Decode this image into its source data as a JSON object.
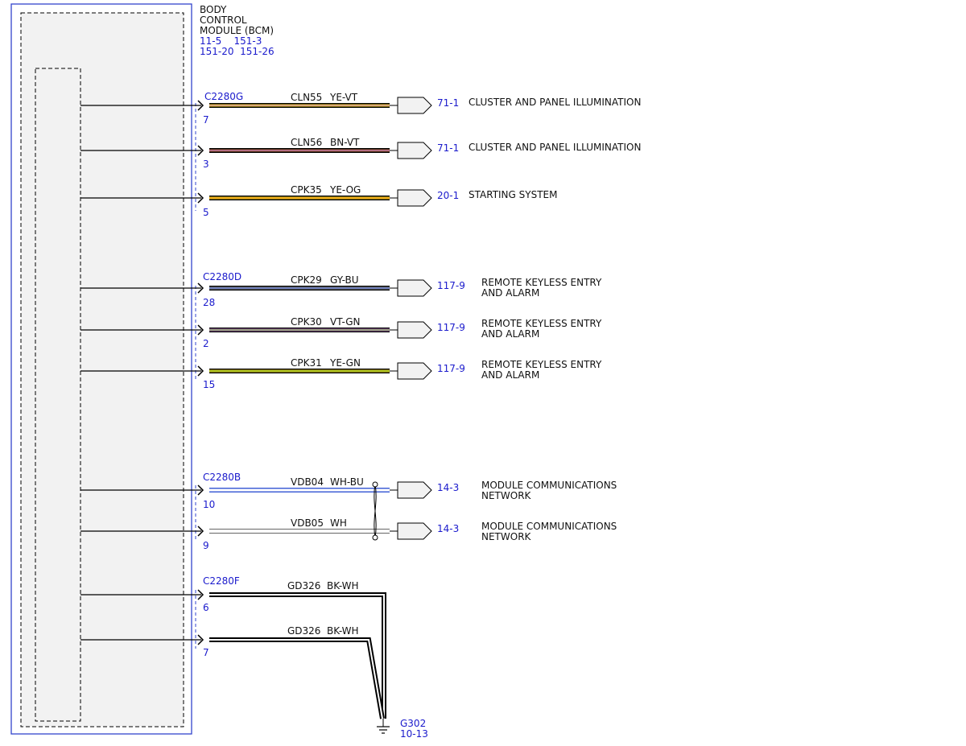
{
  "module": {
    "title_lines": [
      "BODY",
      "CONTROL",
      "MODULE (BCM)"
    ],
    "ref_lines": [
      "11-5    151-3",
      "151-20  151-26"
    ]
  },
  "colors": {
    "module_border": "#3344cc",
    "ref_text": "#1a1acc",
    "YE": "#f2d21b",
    "VT": "#c77fd6",
    "BN": "#a05a2c",
    "GY": "#9a9a9a",
    "BU": "#3f5fd6",
    "OG": "#f28c1b",
    "GN": "#6ab82a",
    "WH": "#ffffff",
    "BK": "#000000"
  },
  "connectors": [
    {
      "name": "C2280G",
      "wires": [
        {
          "pin": "7",
          "circuit": "CLN55",
          "color": "YE-VT",
          "ref": "71-1",
          "dest": [
            "CLUSTER AND PANEL ILLUMINATION"
          ]
        },
        {
          "pin": "3",
          "circuit": "CLN56",
          "color": "BN-VT",
          "ref": "71-1",
          "dest": [
            "CLUSTER AND PANEL ILLUMINATION"
          ]
        },
        {
          "pin": "5",
          "circuit": "CPK35",
          "color": "YE-OG",
          "ref": "20-1",
          "dest": [
            "STARTING SYSTEM"
          ]
        }
      ]
    },
    {
      "name": "C2280D",
      "wires": [
        {
          "pin": "28",
          "circuit": "CPK29",
          "color": "GY-BU",
          "ref": "117-9",
          "dest": [
            "REMOTE KEYLESS ENTRY",
            "AND ALARM"
          ]
        },
        {
          "pin": "2",
          "circuit": "CPK30",
          "color": "VT-GN",
          "ref": "117-9",
          "dest": [
            "REMOTE KEYLESS ENTRY",
            "AND ALARM"
          ]
        },
        {
          "pin": "15",
          "circuit": "CPK31",
          "color": "YE-GN",
          "ref": "117-9",
          "dest": [
            "REMOTE KEYLESS ENTRY",
            "AND ALARM"
          ]
        }
      ]
    },
    {
      "name": "C2280B",
      "twisted": true,
      "wires": [
        {
          "pin": "10",
          "circuit": "VDB04",
          "color": "WH-BU",
          "ref": "14-3",
          "dest": [
            "MODULE COMMUNICATIONS",
            "NETWORK"
          ]
        },
        {
          "pin": "9",
          "circuit": "VDB05",
          "color": "WH",
          "ref": "14-3",
          "dest": [
            "MODULE COMMUNICATIONS",
            "NETWORK"
          ]
        }
      ]
    },
    {
      "name": "C2280F",
      "ground": true,
      "wires": [
        {
          "pin": "6",
          "circuit": "GD326",
          "color": "BK-WH"
        },
        {
          "pin": "7",
          "circuit": "GD326",
          "color": "BK-WH"
        }
      ]
    }
  ],
  "ground": {
    "name": "G302",
    "ref": "10-13"
  }
}
